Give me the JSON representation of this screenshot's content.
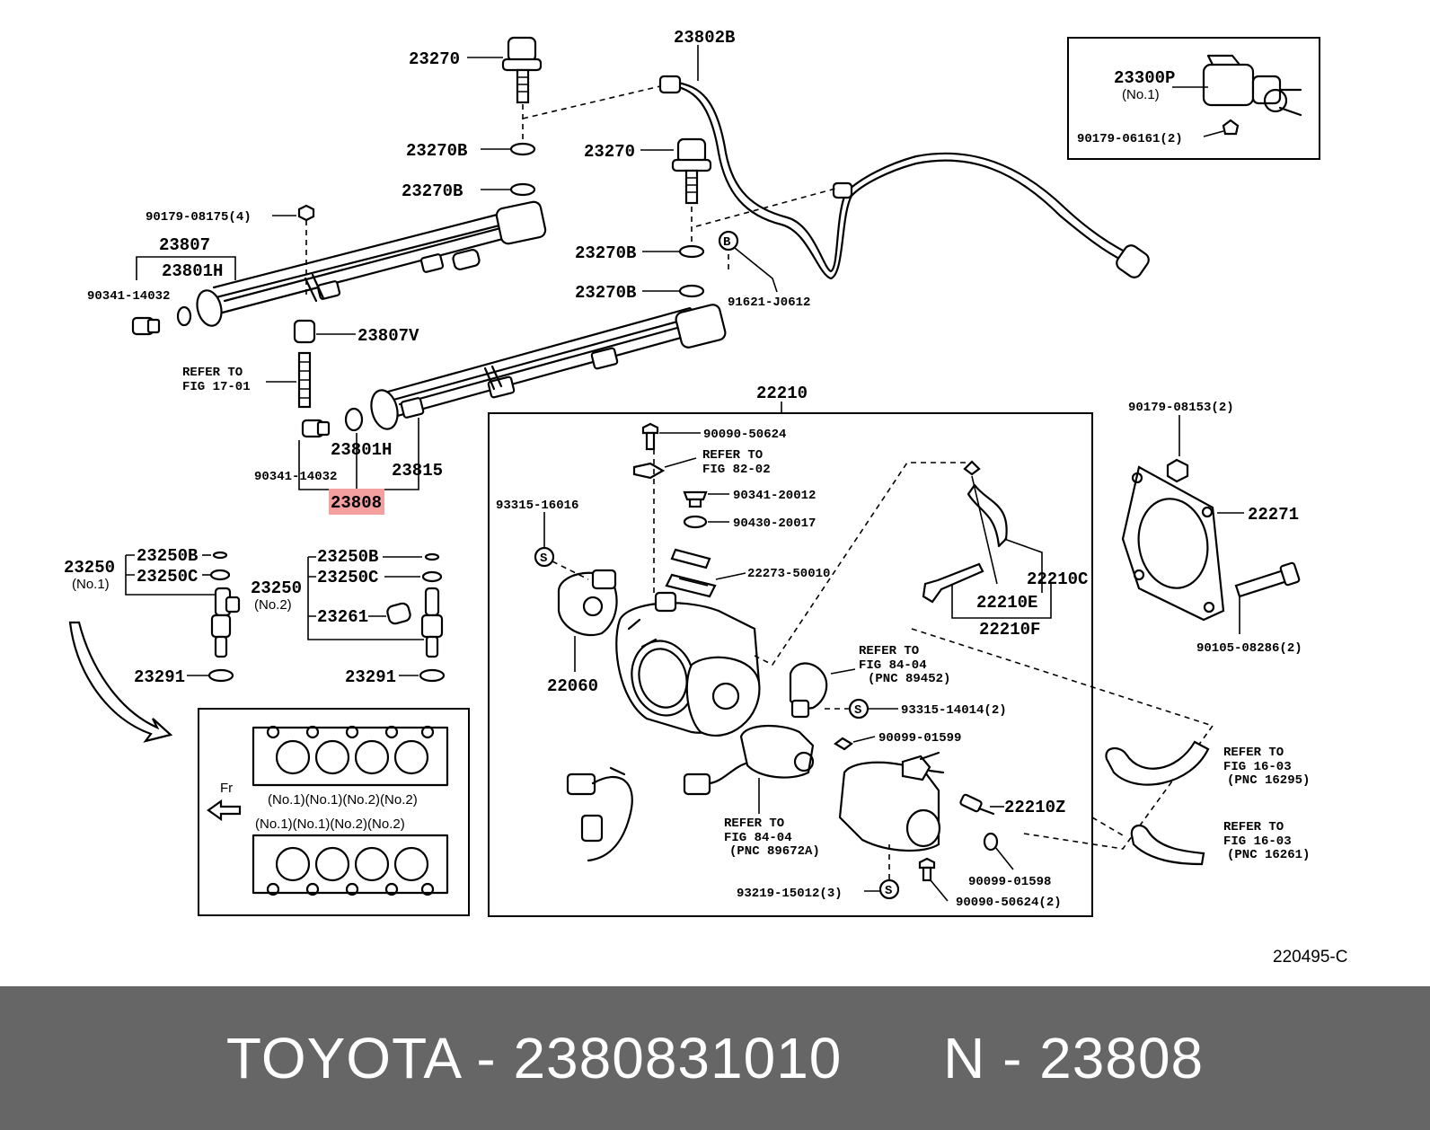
{
  "diagram": {
    "labels": {
      "l23270_top": "23270",
      "l23802b": "23802B",
      "l23300p": "23300P",
      "l23300p_no": "(No.1)",
      "l90179_06161": "90179-06161(2)",
      "l23270b_1": "23270B",
      "l23270_mid": "23270",
      "l23270b_2": "23270B",
      "l90179_08175": "90179-08175(4)",
      "l23807": "23807",
      "l23801h_1": "23801H",
      "l90341_14032_1": "90341-14032",
      "l23270b_3": "23270B",
      "lB": "B",
      "l23270b_4": "23270B",
      "l91621": "91621-J0612",
      "l23807v": "23807V",
      "refer_1701_a": "REFER TO",
      "refer_1701_b": "FIG 17-01",
      "l23801h_2": "23801H",
      "l90341_14032_2": "90341-14032",
      "l23815": "23815",
      "l23808": "23808",
      "l22210": "22210",
      "l90090_50624": "90090-50624",
      "refer_8202_a": "REFER TO",
      "refer_8202_b": "FIG 82-02",
      "l90341_20012": "90341-20012",
      "l90430_20017": "90430-20017",
      "l93315_16016": "93315-16016",
      "l22273": "22273-50010",
      "l90179_08153": "90179-08153(2)",
      "l22271": "22271",
      "l22210c": "22210C",
      "l22210e": "22210E",
      "l22210f": "22210F",
      "l90105": "90105-08286(2)",
      "l22060": "22060",
      "refer_8404_a": "REFER TO",
      "refer_8404_b": "FIG 84-04",
      "refer_8404_c": "(PNC 89452)",
      "l93315_14014": "93315-14014(2)",
      "l90099_01599": "90099-01599",
      "refer_1603a_a": "REFER TO",
      "refer_1603a_b": "FIG 16-03",
      "refer_1603a_c": "(PNC 16295)",
      "l22210z": "22210Z",
      "refer_8404b_a": "REFER TO",
      "refer_8404b_b": "FIG 84-04",
      "refer_8404b_c": "(PNC 89672A)",
      "refer_1603b_a": "REFER TO",
      "refer_1603b_b": "FIG 16-03",
      "refer_1603b_c": "(PNC 16261)",
      "l90099_01598": "90099-01598",
      "l93219": "93219-15012(3)",
      "l90090_50624_2": "90090-50624(2)",
      "l23250_1": "23250",
      "l23250_1no": "(No.1)",
      "l23250b_1": "23250B",
      "l23250c_1": "23250C",
      "l23291_1": "23291",
      "l23250_2": "23250",
      "l23250_2no": "(No.2)",
      "l23250b_2": "23250B",
      "l23250c_2": "23250C",
      "l23261": "23261",
      "l23291_2": "23291",
      "fr": "Fr",
      "inj_top": "(No.1)(No.1)(No.2)(No.2)",
      "inj_bot": "(No.1)(No.1)(No.2)(No.2)",
      "s": "S",
      "figure_code": "220495-C"
    },
    "highlight_color": "#f4a0a0"
  },
  "footer": {
    "text": "TOYOTA - 2380831010      N - 23808"
  }
}
